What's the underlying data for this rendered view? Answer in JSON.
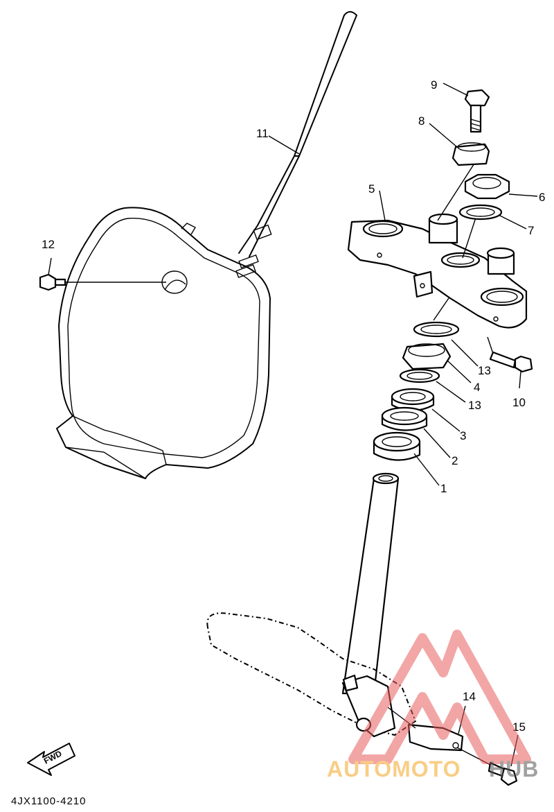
{
  "diagram": {
    "code": "4JX1100-4210",
    "fwd_label": "FWD",
    "callouts": [
      "1",
      "2",
      "3",
      "4",
      "5",
      "6",
      "7",
      "8",
      "9",
      "10",
      "11",
      "12",
      "13",
      "13",
      "14",
      "15"
    ]
  },
  "watermark": {
    "text_a": "AUTOMOTO",
    "text_b": "HUB",
    "color_a": "#f5a623",
    "color_b": "#555555",
    "logo_color": "#e85c5c"
  }
}
